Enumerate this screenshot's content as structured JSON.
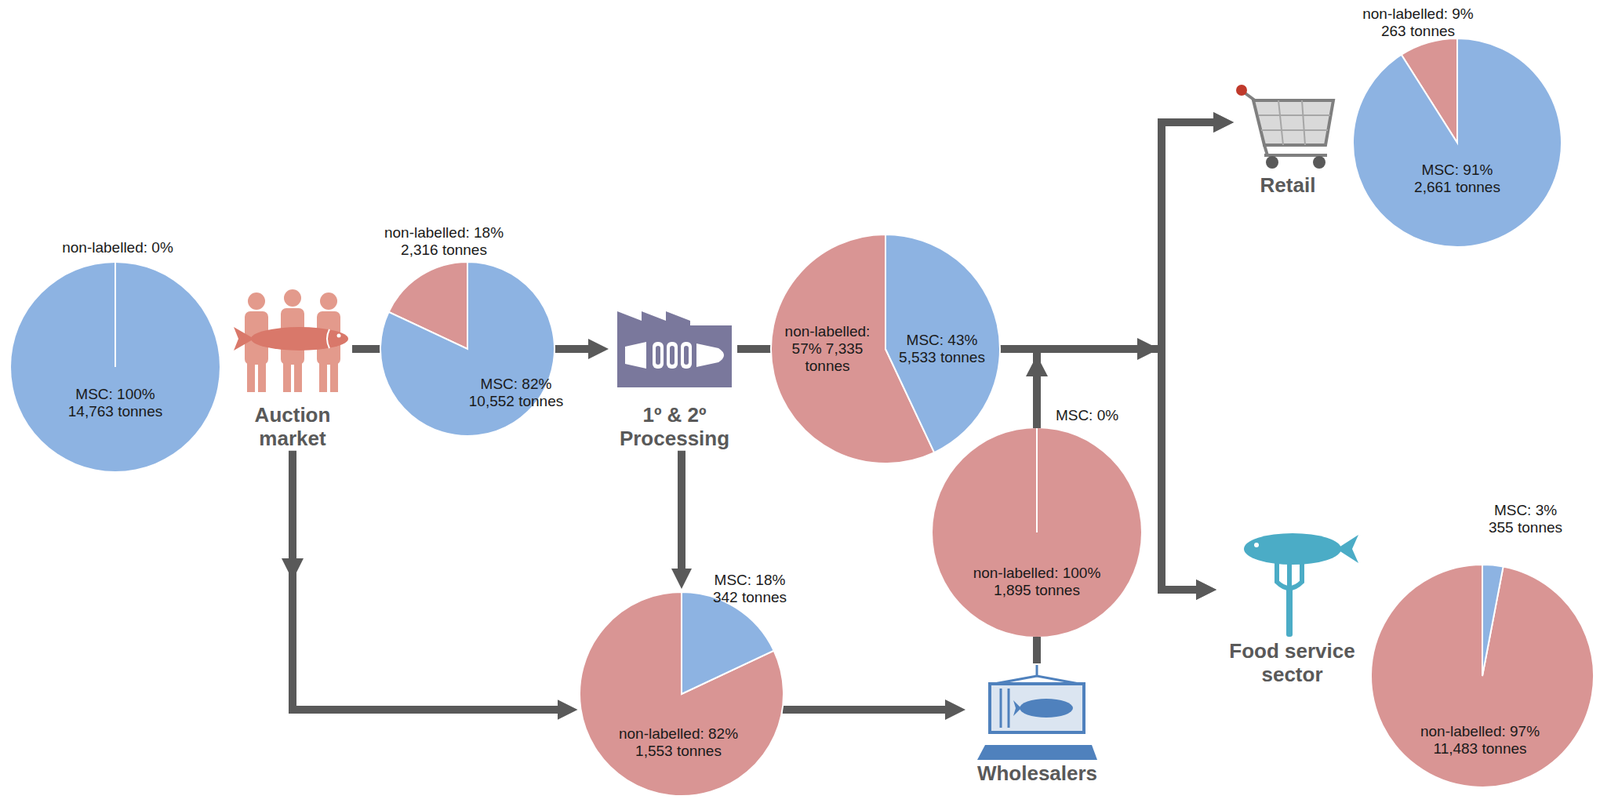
{
  "diagram": {
    "nodes": [
      {
        "text": [
          "non-labelled: 0%",
          "MSC: 100% 14,763 tonnes"
        ]
      },
      {
        "text": [
          "Auction market"
        ]
      },
      {
        "text": [
          "non-labelled: 18% 2,316 tonnes",
          "MSC: 82% 10,552 tonnes"
        ]
      },
      {
        "text": [
          "1º & 2º Processing"
        ]
      },
      {
        "text": [
          "non-labelled: 57% 7,335 tonnes",
          "MSC: 43% 5,533 tonnes"
        ]
      },
      {
        "text": [
          "Retail"
        ]
      },
      {
        "text": [
          "non-labelled: 9% 263 tonnes",
          "MSC: 91% 2,661 tonnes"
        ]
      },
      {
        "text": [
          "MSC: 0%",
          "non-labelled: 100% 1,895 tonnes"
        ]
      },
      {
        "text": [
          "MSC: 18% 342 tonnes",
          "non-labelled: 82% 1,553 tonnes"
        ]
      },
      {
        "text": [
          "Wholesalers"
        ]
      },
      {
        "text": [
          "Food service sector"
        ]
      },
      {
        "text": [
          "MSC: 3% 355 tonnes",
          "non-labelled: 97% 11,483 tonnes"
        ]
      }
    ],
    "edges": [
      {
        "from": 1,
        "to": 2,
        "arrow": "none"
      },
      {
        "from": 2,
        "to": 3,
        "arrow": "to"
      },
      {
        "from": 3,
        "to": 4,
        "arrow": "none"
      },
      {
        "from": 4,
        "to": 5,
        "arrow": "to"
      },
      {
        "from": 4,
        "to": 10,
        "arrow": "to"
      },
      {
        "from": 7,
        "to": 5,
        "arrow": "to"
      },
      {
        "from": 7,
        "to": 10,
        "arrow": "to"
      },
      {
        "from": 1,
        "to": 8,
        "arrow": "to"
      },
      {
        "from": 3,
        "to": 8,
        "arrow": "to"
      },
      {
        "from": 8,
        "to": 9,
        "arrow": "to"
      },
      {
        "from": 9,
        "to": 7,
        "arrow": "none"
      }
    ]
  }
}
